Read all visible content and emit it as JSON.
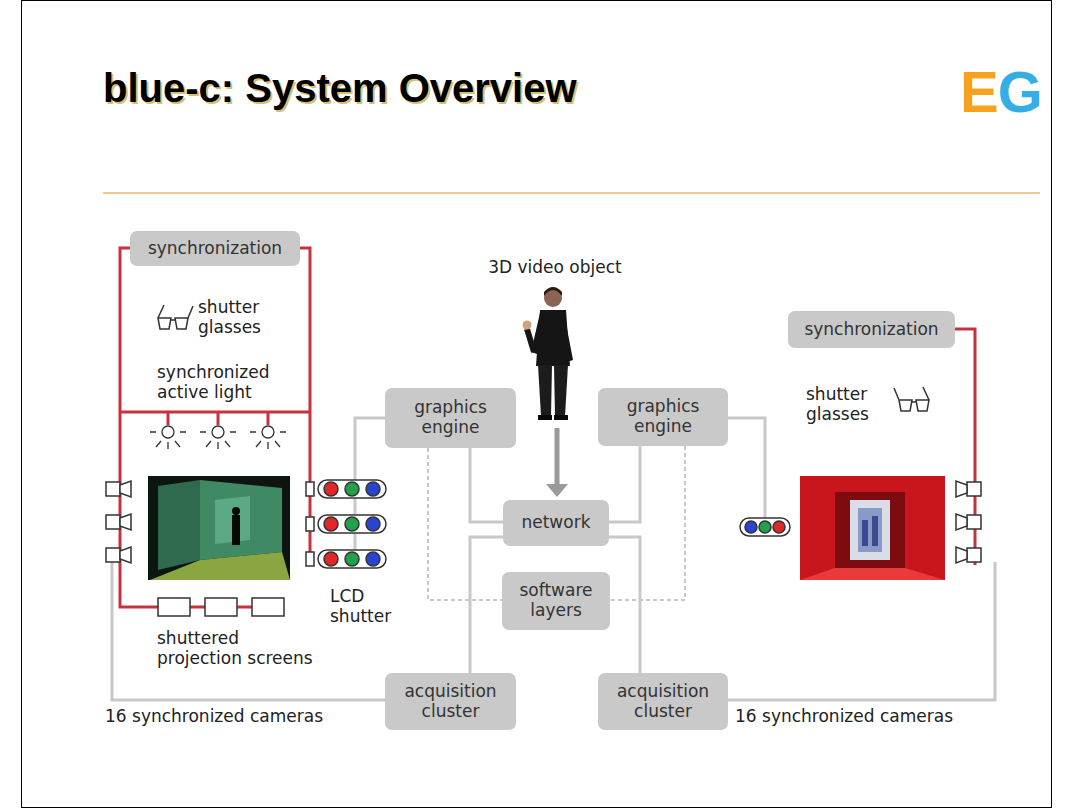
{
  "diagram": {
    "title": "blue-c: System Overview",
    "nodes": [
      {
        "text": [
          "synchronization"
        ]
      },
      {
        "text": [
          "synchronization"
        ]
      },
      {
        "text": [
          "graphics engine"
        ]
      },
      {
        "text": [
          "graphics engine"
        ]
      },
      {
        "text": [
          "network"
        ]
      },
      {
        "text": [
          "software layers"
        ]
      },
      {
        "text": [
          "acquisition cluster"
        ]
      },
      {
        "text": [
          "acquisition cluster"
        ]
      }
    ],
    "edges": [
      {
        "from": 2,
        "to": 4,
        "arrow": "none"
      },
      {
        "from": 3,
        "to": 4,
        "arrow": "none"
      },
      {
        "from": 4,
        "to": 6,
        "arrow": "none"
      },
      {
        "from": 4,
        "to": 7,
        "arrow": "none"
      },
      {
        "from": 2,
        "to": 5,
        "arrow": "none"
      },
      {
        "from": 3,
        "to": 5,
        "arrow": "none"
      }
    ],
    "labels": [
      "EG",
      "3D video object",
      "shutter glasses",
      "synchronized active light",
      "LCD shutter",
      "shuttered projection screens",
      "16 synchronized cameras",
      "shutter glasses",
      "16 synchronized cameras"
    ]
  }
}
